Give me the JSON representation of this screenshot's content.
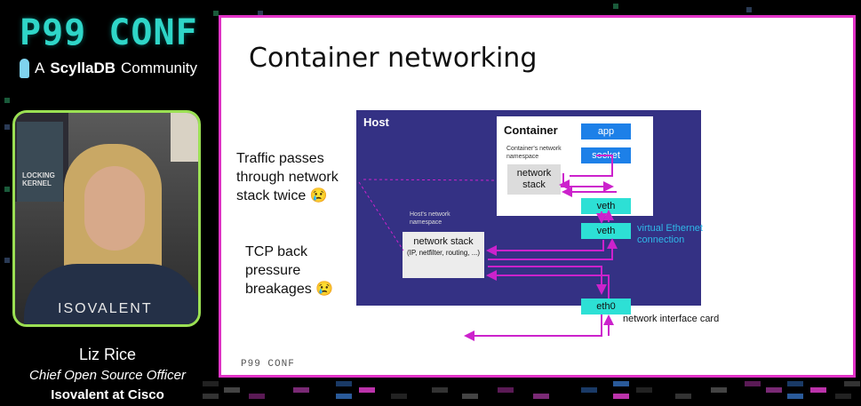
{
  "brand": {
    "title": "P99 CONF",
    "subtitle_prefix": "A",
    "subtitle_brand": "ScyllaDB",
    "subtitle_suffix": "Community",
    "accent_color": "#2fd6c8",
    "frame_color": "#9be053",
    "slide_border_color": "#e233c7"
  },
  "speaker": {
    "name": "Liz Rice",
    "role": "Chief Open Source Officer",
    "org": "Isovalent at Cisco",
    "video_poster_text": "LOCKING KERNEL",
    "shirt_text": "ISOVALENT"
  },
  "slide": {
    "title": "Container networking",
    "footer": "P99 CONF",
    "notes": [
      "Traffic passes through network stack twice 😢",
      "TCP back pressure breakages 😢"
    ],
    "diagram": {
      "host_label": "Host",
      "container_label": "Container",
      "container_ns_label": "Container's network namespace",
      "container_stack_label": "network stack",
      "app_label": "app",
      "socket_label": "socket",
      "veth_inner_label": "veth",
      "veth_outer_label": "veth",
      "virtual_ethernet_label": "virtual Ethernet connection",
      "host_ns_label": "Host's network namespace",
      "host_stack_label": "network stack",
      "host_stack_detail": "(IP, netfilter, routing, ...)",
      "eth0_label": "eth0",
      "nic_label": "network interface card"
    }
  }
}
